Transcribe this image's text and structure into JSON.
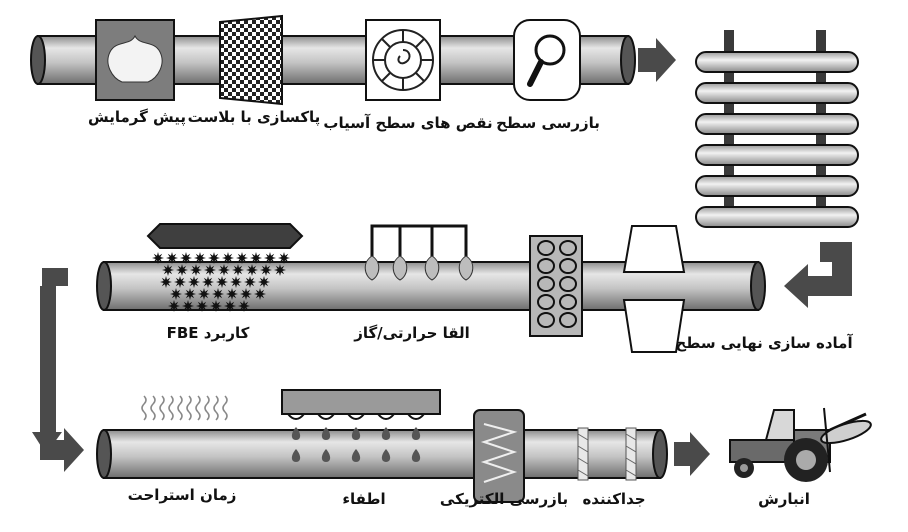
{
  "row1": {
    "preheat": "پیش گرمایش",
    "blast": "پاکسازی با بلاست",
    "grind": "نقص های سطح آسیاب",
    "inspect": "بازرسی سطح"
  },
  "row2": {
    "final_prep": "آماده سازی نهایی سطح",
    "induction": "القا حرارتی/گاز",
    "fbe": "کاربرد FBE"
  },
  "row3": {
    "cure": "زمان استراحت",
    "quench": "اطفاء",
    "holiday": "بازرسی الکتریکی",
    "cutback": "جداکننده",
    "storage": "انبارش"
  }
}
